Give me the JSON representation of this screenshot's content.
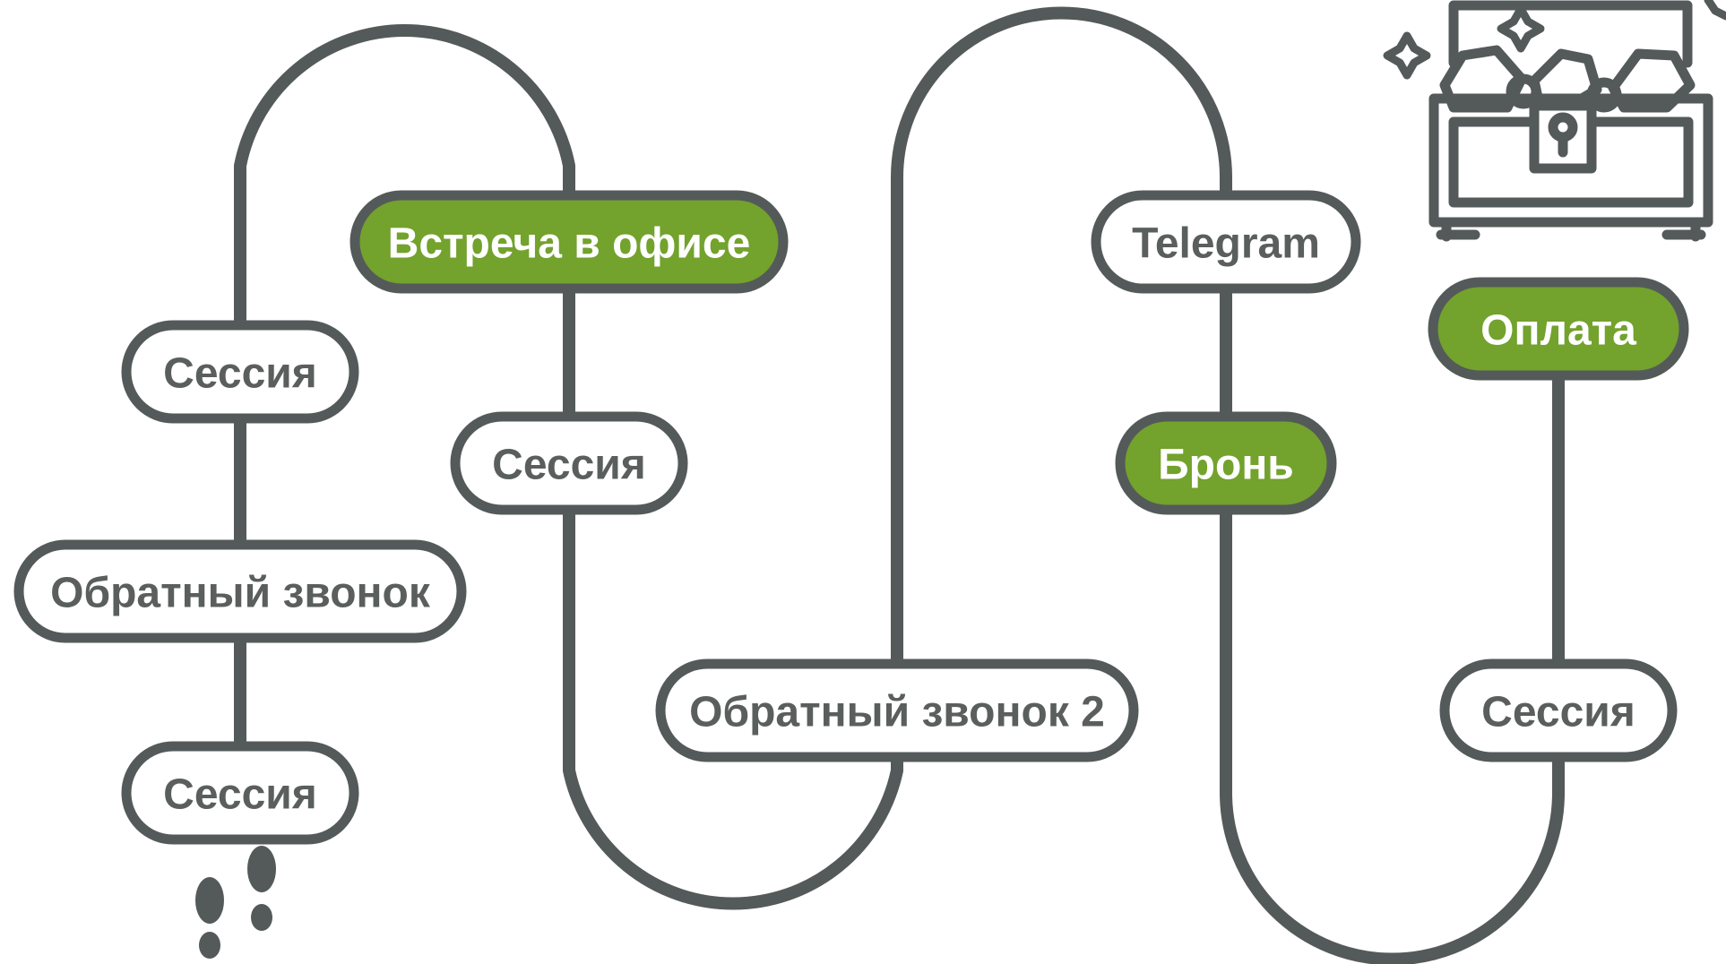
{
  "colors": {
    "line": "#545a59",
    "pill_fill": "#ffffff",
    "pill_text": "#5a5f5e",
    "accent_fill": "#73a22d",
    "accent_text": "#ffffff"
  },
  "nodes": [
    {
      "id": "session-1",
      "label": "Сессия",
      "accent": false
    },
    {
      "id": "callback-1",
      "label": "Обратный звонок",
      "accent": false
    },
    {
      "id": "session-2",
      "label": "Сессия",
      "accent": false
    },
    {
      "id": "office-meeting",
      "label": "Встреча в офисе",
      "accent": true
    },
    {
      "id": "session-3",
      "label": "Сессия",
      "accent": false
    },
    {
      "id": "callback-2",
      "label": "Обратный звонок 2",
      "accent": false
    },
    {
      "id": "telegram",
      "label": "Telegram",
      "accent": false
    },
    {
      "id": "booking",
      "label": "Бронь",
      "accent": true
    },
    {
      "id": "session-4",
      "label": "Сессия",
      "accent": false
    },
    {
      "id": "payment",
      "label": "Оплата",
      "accent": true
    }
  ],
  "icons": {
    "start": "footprints-icon",
    "finish": "treasure-chest-icon"
  }
}
